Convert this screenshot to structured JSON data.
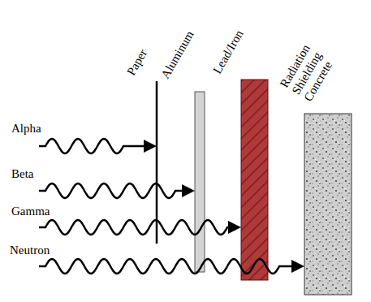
{
  "diagram": {
    "labels": [
      "Paper",
      "Aluminum",
      "Lead/Iron",
      "Radiation Shielding Concrete",
      "Alpha",
      "Beta",
      "Gamma",
      "Neutron"
    ]
  }
}
